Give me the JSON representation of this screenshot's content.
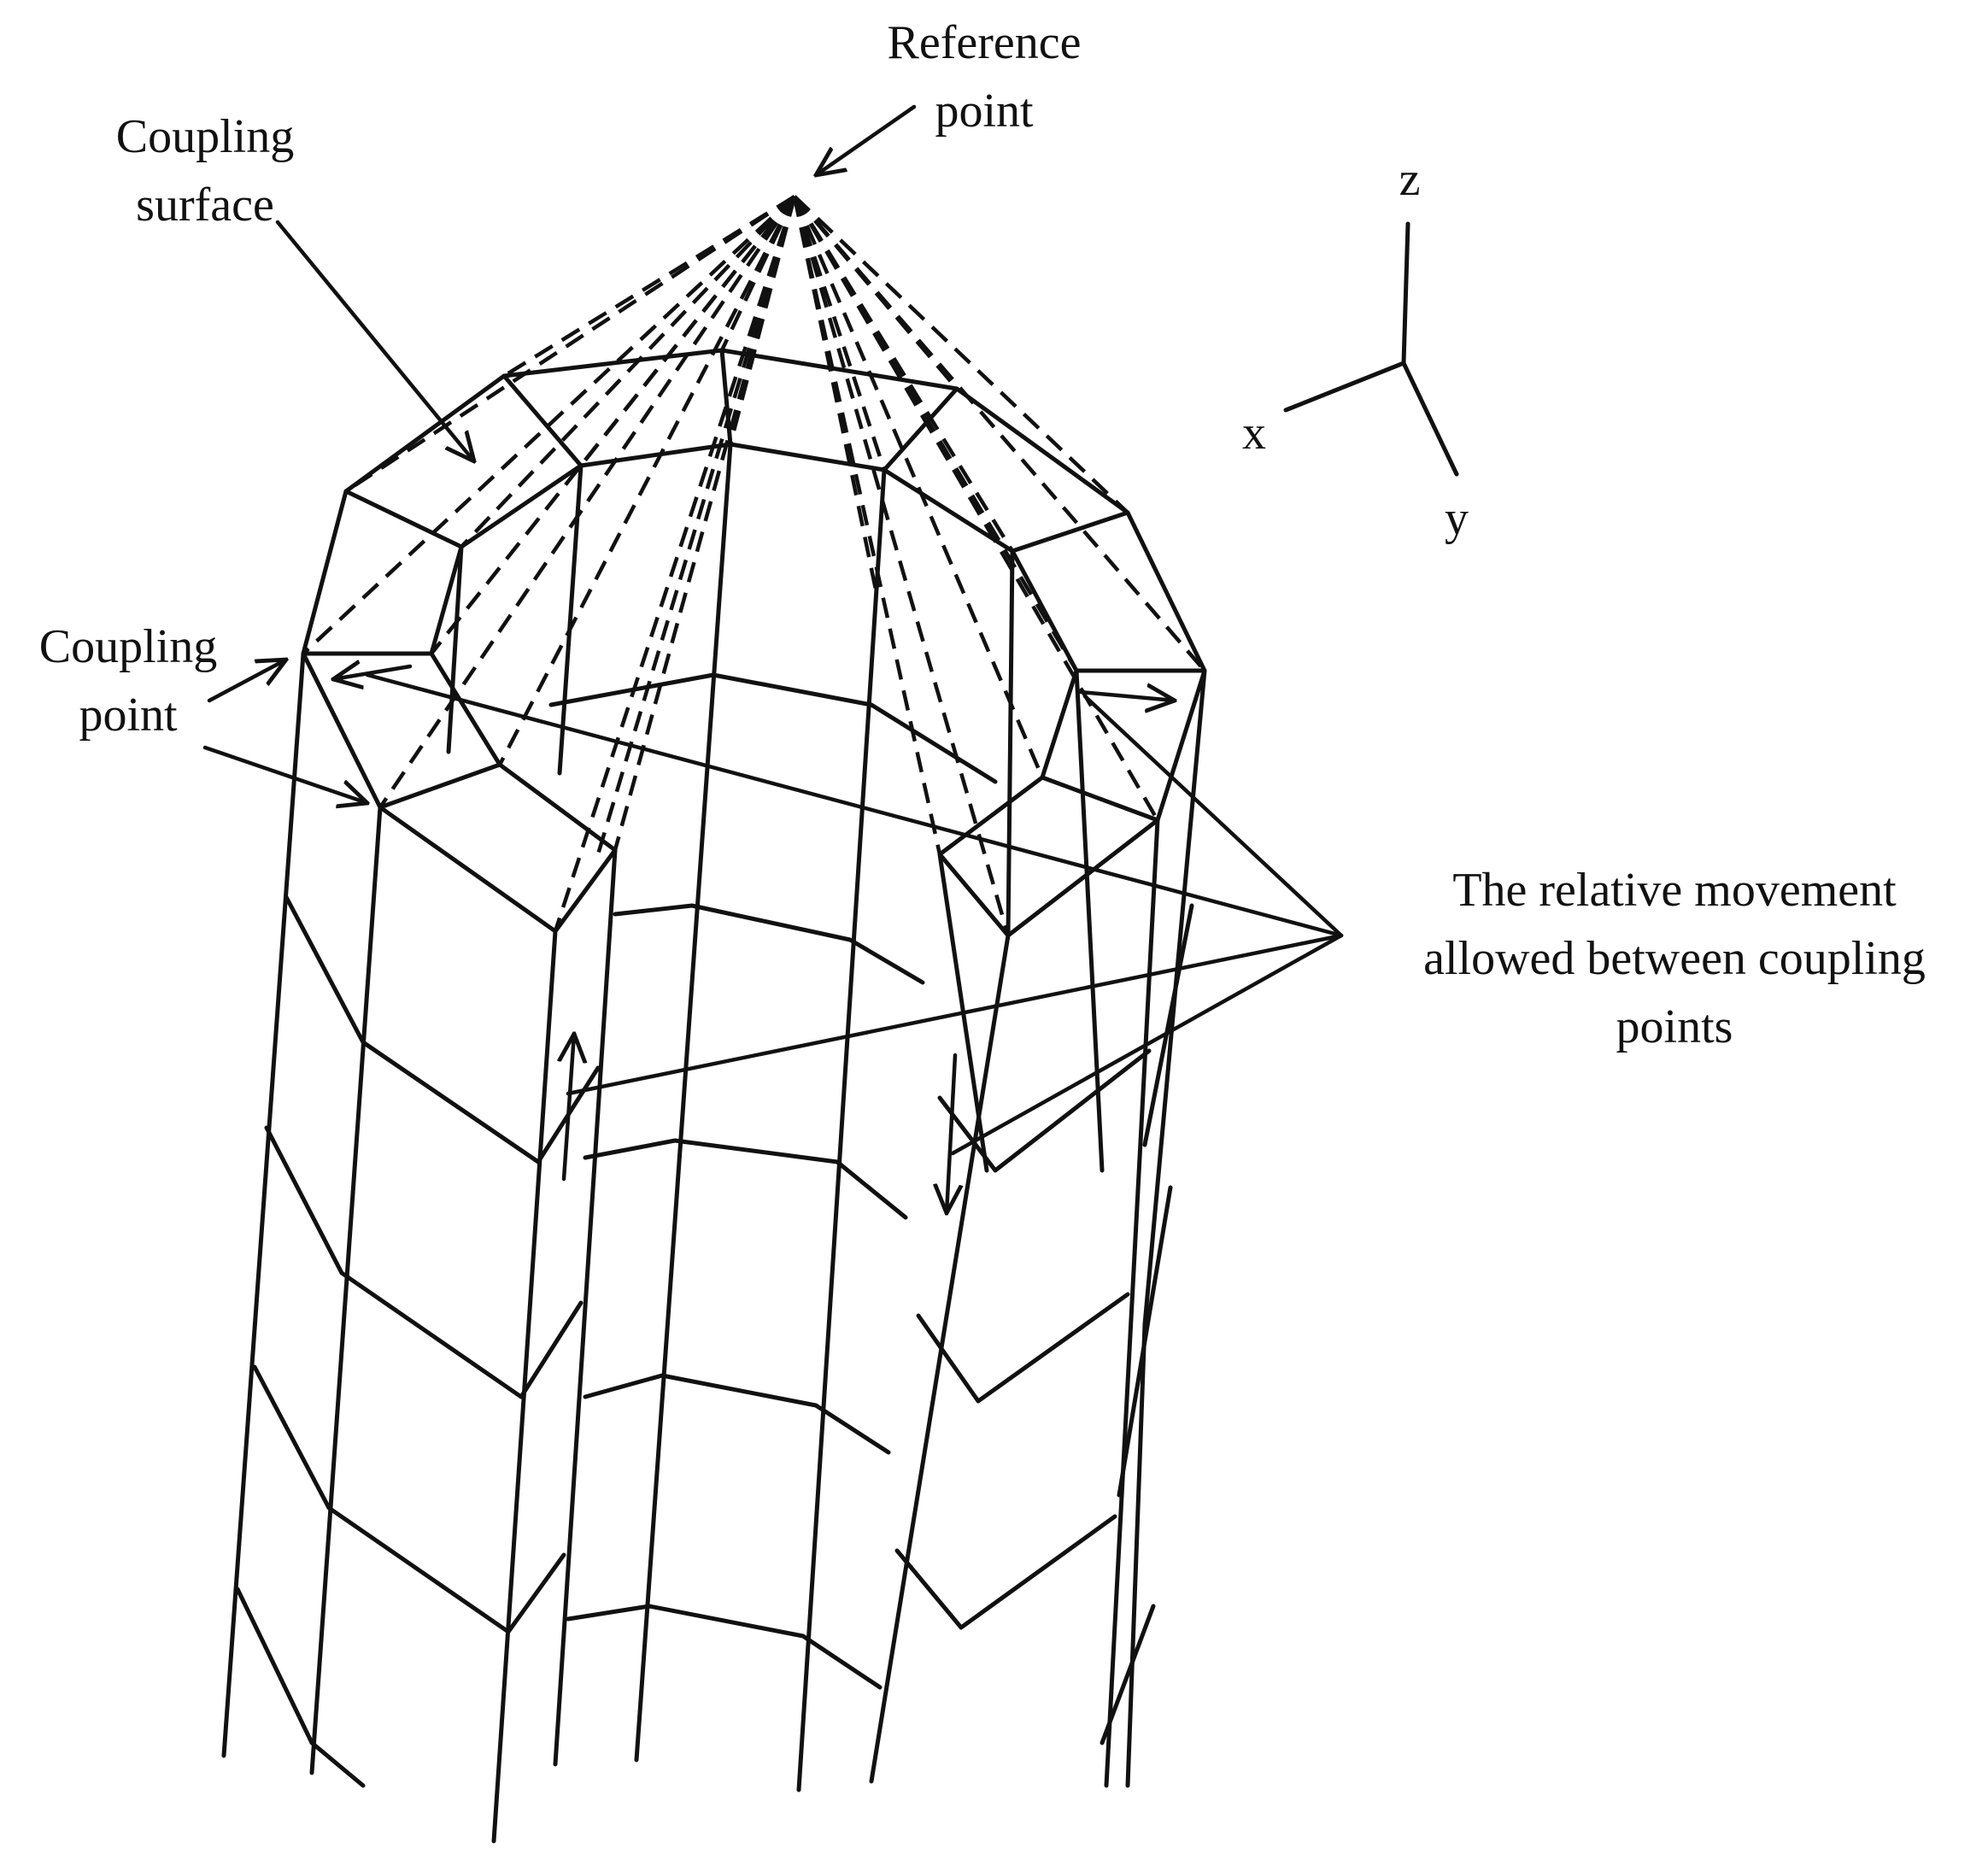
{
  "labels": {
    "reference_point": [
      "Reference",
      "point"
    ],
    "coupling_surface": [
      "Coupling",
      "surface"
    ],
    "coupling_point": [
      "Coupling",
      "point"
    ],
    "relative_movement": [
      "The relative movement",
      "allowed between coupling",
      "points"
    ]
  },
  "axes": {
    "x": "x",
    "y": "y",
    "z": "z"
  },
  "colors": {
    "line": "#111111",
    "background": "#ffffff"
  }
}
